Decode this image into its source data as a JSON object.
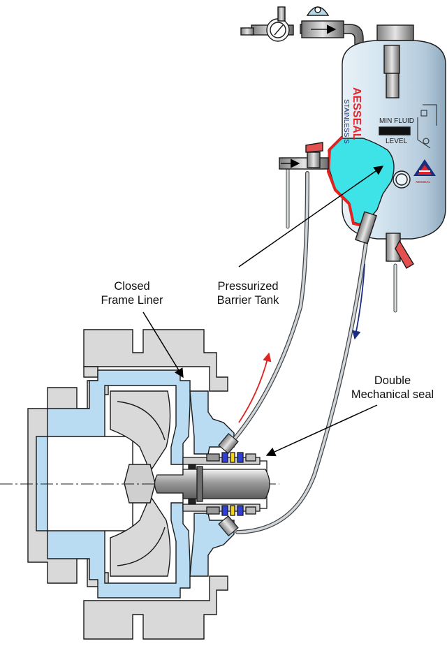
{
  "callouts": {
    "closed_frame_liner": {
      "line1": "Closed",
      "line2": "Frame Liner"
    },
    "pressurized_barrier_tank": {
      "line1": "Pressurized",
      "line2": "Barrier Tank"
    },
    "double_mechanical_seal": {
      "line1": "Double",
      "line2": "Mechanical seal"
    }
  },
  "tank": {
    "brand": "AESSEAL",
    "side_text": "STAINLESS S",
    "min_fluid_line1": "MIN FLUID",
    "min_fluid_line2": "LEVEL",
    "logo_text": "AESSEAL"
  },
  "colors": {
    "liner": "#b9dcf2",
    "casing": "#d9d9d9",
    "barrier_fluid": "#3de3e6",
    "tank_shell": "#d2e4f0",
    "flow_out_arrow": "#e32222",
    "flow_return_arrow": "#1b2d86",
    "brand_red": "#e3242b",
    "brand_navy": "#1c2e7a"
  }
}
